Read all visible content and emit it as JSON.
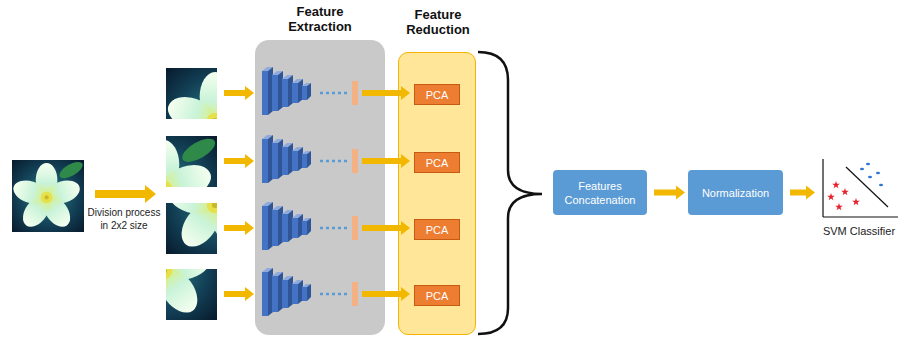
{
  "diagram": {
    "nodes": [
      {
        "text": [
          "Feature Extraction"
        ]
      },
      {
        "text": [
          "Feature Reduction"
        ]
      },
      {
        "text": [
          "PCA"
        ],
        "in": 1
      },
      {
        "text": [
          "PCA"
        ],
        "in": 1
      },
      {
        "text": [
          "PCA"
        ],
        "in": 1
      },
      {
        "text": [
          "PCA"
        ],
        "in": 1
      },
      {
        "text": [
          "Features Concatenation"
        ]
      },
      {
        "text": [
          "Normalization"
        ]
      },
      {
        "text": [
          "SVM Classifier"
        ]
      }
    ],
    "edges": [
      {
        "from": 6,
        "to": 7,
        "arrow": "to"
      },
      {
        "from": 7,
        "to": 8,
        "arrow": "to"
      }
    ],
    "labels": [
      "Division process in 2x2 size"
    ]
  }
}
